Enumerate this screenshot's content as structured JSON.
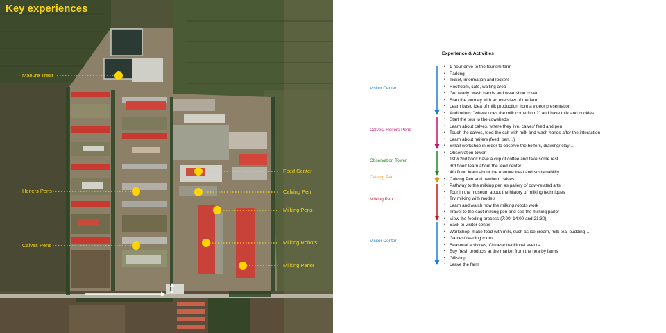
{
  "map": {
    "title": "Key experiences",
    "labels": {
      "manure_treat": "Manure Treat",
      "heifers_pens": "Heifers Pens",
      "calves_pens": "Calves Pens",
      "feed_center": "Feed Center",
      "calving_pen": "Calving Pen",
      "milking_pens": "Milking Pens",
      "milking_robots": "Milking Robots",
      "milking_parlor": "Milking Parlor"
    },
    "colors": {
      "label": "#f2d21a",
      "marker": "#ffd400"
    }
  },
  "panel": {
    "title": "Experience & Activities",
    "phases": [
      {
        "label": "Visitor Center",
        "color": "#1a7fd0"
      },
      {
        "label": "Calves/ Heifers Pens",
        "color": "#c2166e"
      },
      {
        "label": "Observation Tower",
        "color": "#1e8a1e"
      },
      {
        "label": "Calving Pen",
        "color": "#e89412"
      },
      {
        "label": "Milking Pen",
        "color": "#c8141e"
      },
      {
        "label": "Visitor Center",
        "color": "#1a7fd0"
      }
    ],
    "activities": [
      "1-hour drive to the tourism farm",
      "Parking",
      "Ticket, information and lockers",
      "Restroom, café, waiting area",
      "Get ready: wash hands and wear shoe cover",
      "Start the journey with an overview of the farm",
      "Learn basic idea of milk production from a video/ presentation",
      "Auditorium: \"where does the milk come from?\" and have milk and cookies",
      "Start the tour to the cowsheds",
      "Learn about calves, where they live, calves' feed and pen",
      "Touch the calves, feed the calf with milk and wash hands after the interaction",
      "Learn about heifers (feed, pen…)",
      "Small workshop in order to observe the heifers, drawing/ clay…",
      "Observation tower:",
      "1st &2nd floor: have a cup of coffee and take some rest",
      "3rd floor: learn about the feed center",
      "4th floor: learn about the manure treat and sustainability",
      "Calving Pen and newborn calves",
      "Pathway to the milking pen as gallery of cow-related arts",
      "Tour in the museum about the history of milking techniques",
      "Try milking with models",
      "Learn and watch how the milking robots work",
      "Travel to the east milking pen and see the milking parlor",
      "View the feeding process (7:00, 14:00 and 21:30)",
      "Back to visitor center",
      "Workshop: make food with milk, such as ice cream, milk tea, pudding…",
      "Games/ reading room",
      "Seasonal activities, Chinese traditional events",
      "Buy fresh products at the market from the nearby farms",
      "Giftshop",
      "Leave the farm"
    ]
  }
}
